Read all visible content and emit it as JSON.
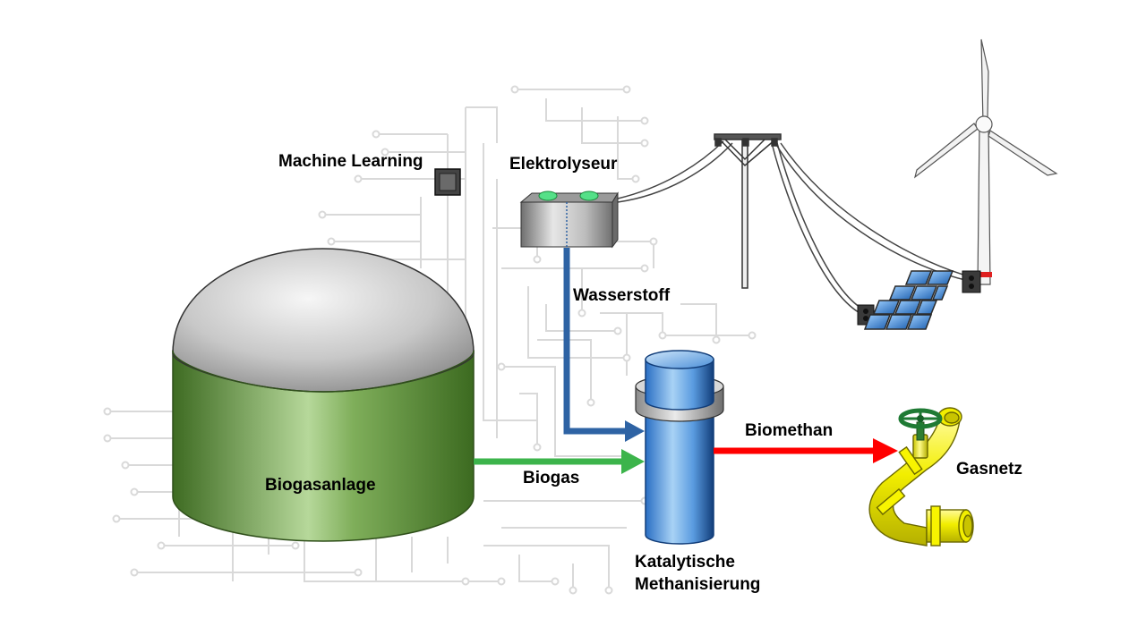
{
  "labels": {
    "machine_learning": "Machine Learning",
    "elektrolyseur": "Elektrolyseur",
    "wasserstoff": "Wasserstoff",
    "biogasanlage": "Biogasanlage",
    "biogas": "Biogas",
    "biomethan": "Biomethan",
    "gasnetz": "Gasnetz",
    "methanisierung_line1": "Katalytische",
    "methanisierung_line2": "Methanisierung"
  },
  "colors": {
    "wasserstoff_arrow": "#2e63a4",
    "biogas_arrow": "#3cb44b",
    "biomethan_arrow": "#ff0000",
    "circuit": "#d9d9d9",
    "tank_green": "#4e7f2e",
    "pipe_yellow": "#f5f500",
    "reactor_blue": "#2f7fd0"
  },
  "icons": [
    "circuit-background-icon",
    "biogas-tank-icon",
    "electrolyzer-icon",
    "machine-learning-chip-icon",
    "methanation-reactor-icon",
    "pipeline-icon",
    "valve-wheel-icon",
    "power-pylon-icon",
    "wind-turbine-icon",
    "solar-panel-icon"
  ]
}
